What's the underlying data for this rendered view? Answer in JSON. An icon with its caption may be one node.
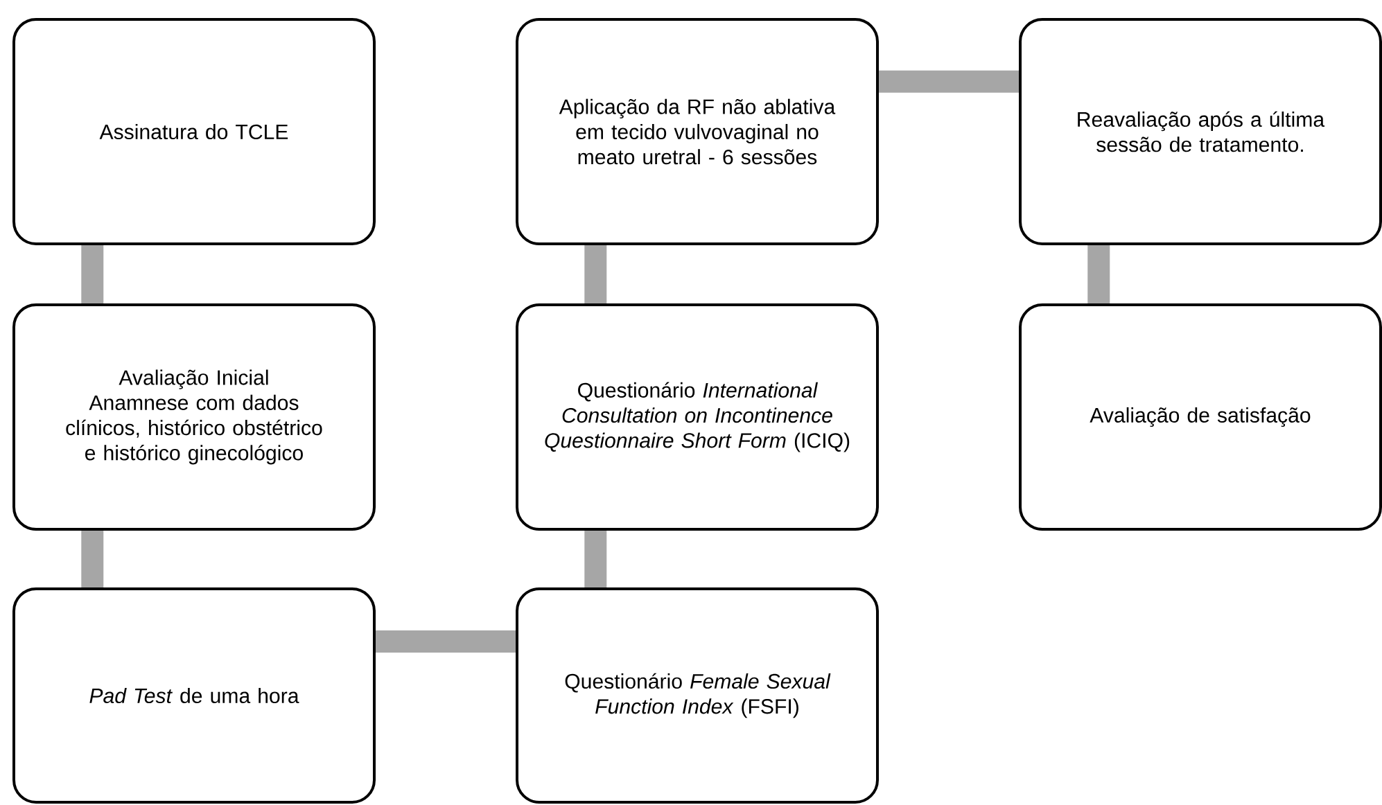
{
  "diagram": {
    "nodes": [
      {
        "text": [
          "Assinatura do TCLE"
        ]
      },
      {
        "text": [
          "Avaliação Inicial",
          "Anamnese com dados clínicos, histórico obstétrico e histórico ginecológico"
        ]
      },
      {
        "text": [
          "*Pad Test* de uma hora"
        ]
      },
      {
        "text": [
          "Questionário *Female Sexual Function Index* (FSFI)"
        ]
      },
      {
        "text": [
          "Questionário *International Consultation on Incontinence Questionnaire Short Form* (ICIQ)"
        ]
      },
      {
        "text": [
          "Aplicação da RF não ablativa em tecido vulvovaginal no meato uretral - 6 sessões"
        ]
      },
      {
        "text": [
          "Reavaliação após a última sessão de tratamento."
        ]
      },
      {
        "text": [
          "Avaliação de satisfação"
        ]
      }
    ],
    "edges": [
      {
        "from": 0,
        "to": 1,
        "arrow": "none"
      },
      {
        "from": 1,
        "to": 2,
        "arrow": "none"
      },
      {
        "from": 2,
        "to": 3,
        "arrow": "none"
      },
      {
        "from": 3,
        "to": 4,
        "arrow": "none"
      },
      {
        "from": 4,
        "to": 5,
        "arrow": "none"
      },
      {
        "from": 5,
        "to": 6,
        "arrow": "none"
      },
      {
        "from": 6,
        "to": 7,
        "arrow": "none"
      }
    ]
  }
}
